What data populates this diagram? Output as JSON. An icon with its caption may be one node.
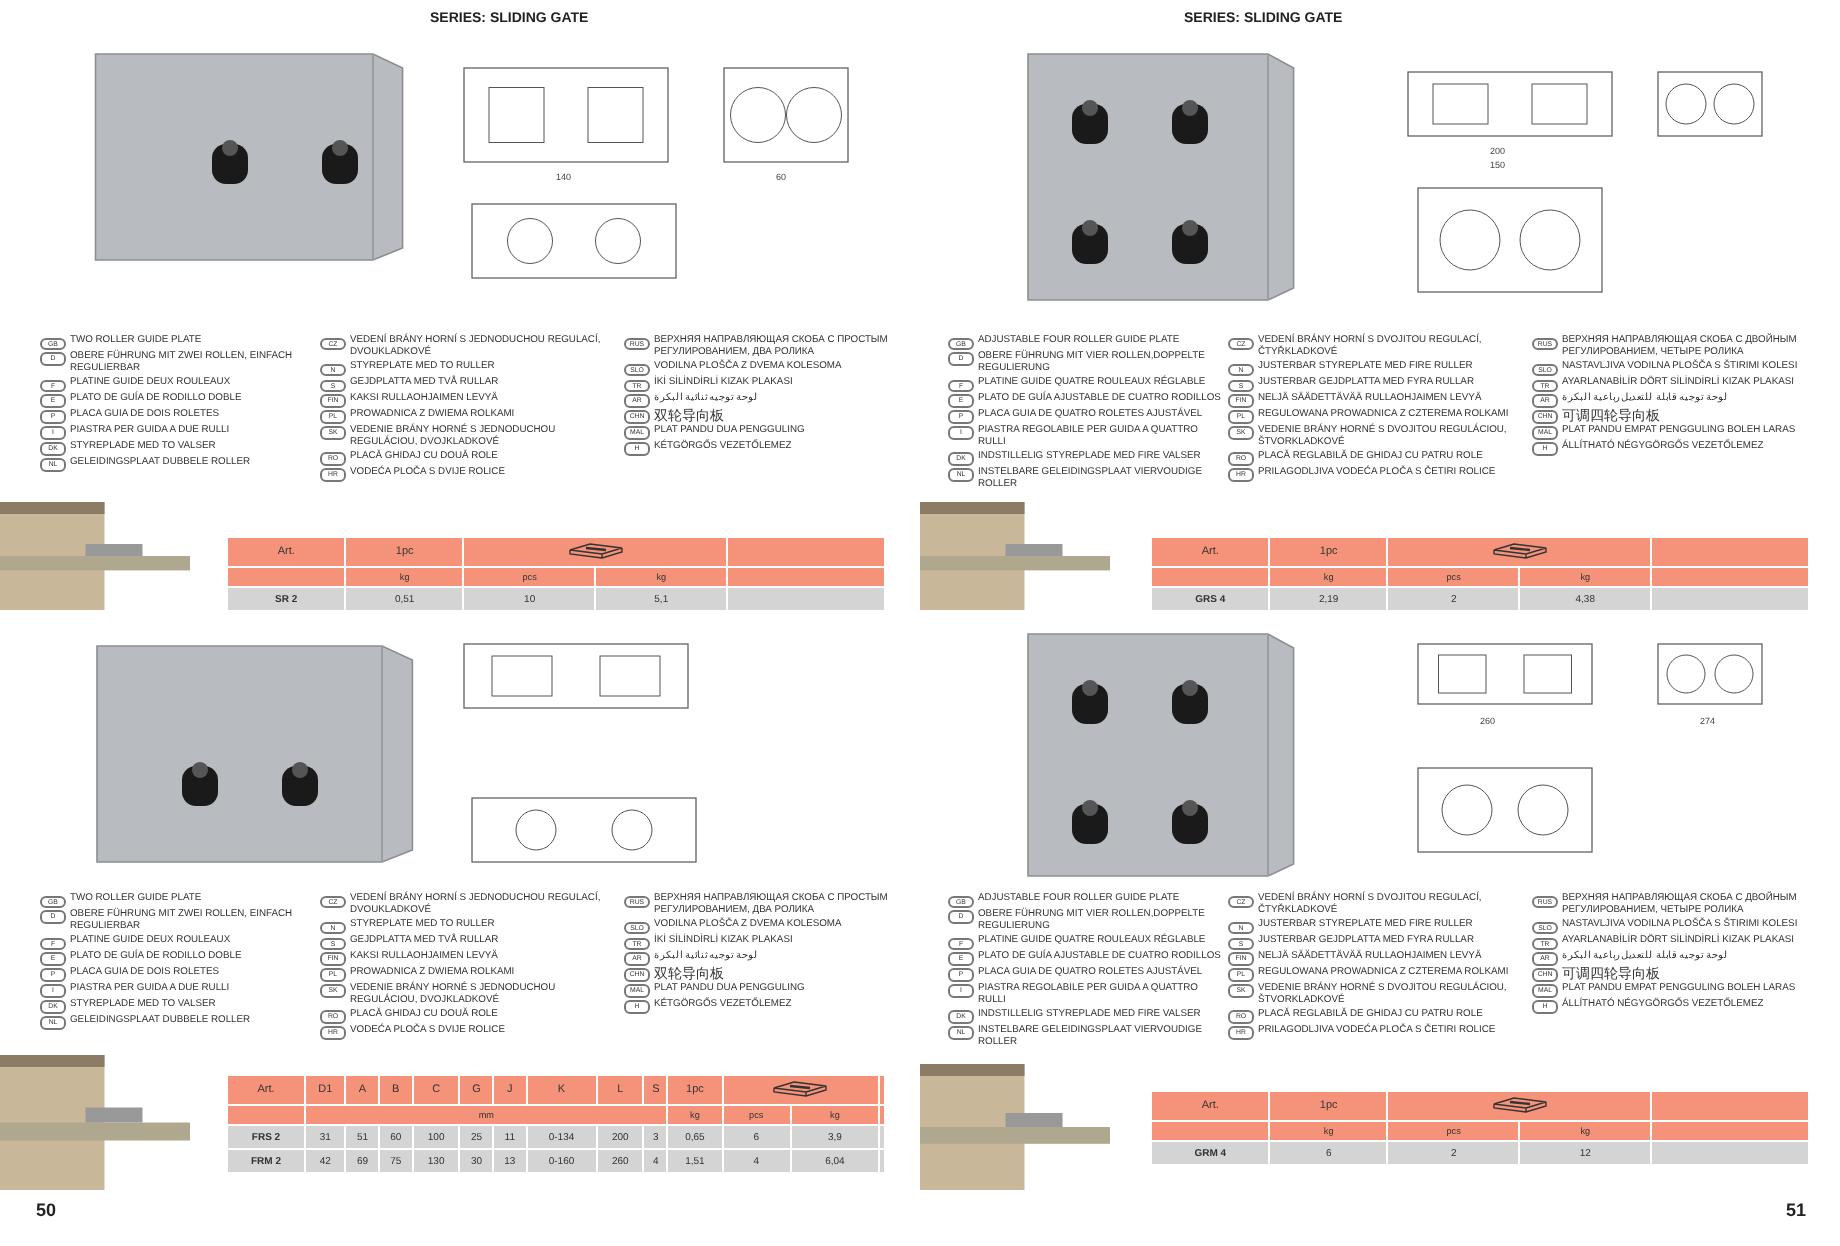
{
  "diagram": {
    "nodes": [
      {
        "text": [
          "GB"
        ],
        "beside": [
          "TWO ROLLER GUIDE PLATE"
        ]
      },
      {
        "text": [
          "D"
        ],
        "beside": [
          "OBERE FÜHRUNG MIT ZWEI ROLLEN, EINFACH REGULIERBAR"
        ]
      },
      {
        "text": [
          "F"
        ],
        "beside": [
          "PLATINE GUIDE DEUX ROULEAUX"
        ]
      },
      {
        "text": [
          "E"
        ],
        "beside": [
          "PLATO DE GUÍA DE RODILLO DOBLE"
        ]
      },
      {
        "text": [
          "P"
        ],
        "beside": [
          "PLACA GUIA DE DOIS ROLETES"
        ]
      },
      {
        "text": [
          "I"
        ],
        "beside": [
          "PIASTRA PER GUIDA A DUE RULLI"
        ]
      },
      {
        "text": [
          "DK"
        ],
        "beside": [
          "STYREPLADE MED TO VALSER"
        ]
      },
      {
        "text": [
          "NL"
        ],
        "beside": [
          "GELEIDINGSPLAAT DUBBELE ROLLER"
        ]
      },
      {
        "text": [
          "CZ"
        ],
        "beside": [
          "VEDENÍ BRÁNY HORNÍ S JEDNODUCHOU REGULACÍ, DVOUKLADKOVÉ"
        ]
      },
      {
        "text": [
          "N"
        ],
        "beside": [
          "STYREPLATE MED TO RULLER"
        ]
      },
      {
        "text": [
          "S"
        ],
        "beside": [
          "GEJDPLATTA MED TVÅ RULLAR"
        ]
      },
      {
        "text": [
          "FIN"
        ],
        "beside": [
          "KAKSI RULLAOHJAIMEN LEVYÄ"
        ]
      },
      {
        "text": [
          "PL"
        ],
        "beside": [
          "PROWADNICA Z DWIEMA ROLKAMI"
        ]
      },
      {
        "text": [
          "SK"
        ],
        "beside": [
          "VEDENIE BRÁNY HORNÉ S JEDNODUCHOU REGULÁCIOU, DVOJKLADKOVÉ"
        ]
      },
      {
        "text": [
          "RO"
        ],
        "beside": [
          "PLACĂ GHIDAJ CU DOUĂ ROLE"
        ]
      },
      {
        "text": [
          "HR"
        ],
        "beside": [
          "VODEĆA PLOČA S DVIJE ROLICE"
        ]
      },
      {
        "text": [
          "RUS"
        ],
        "beside": [
          "ВЕРХНЯЯ НАПРАВЛЯЮЩАЯ СКОБА С ПРОСТЫМ РЕГУЛИРОВАНИЕМ, ДВА РОЛИКА"
        ]
      },
      {
        "text": [
          "SLO"
        ],
        "beside": [
          "VODILNA PLOŠČA Z DVEMA KOLESOMA"
        ]
      },
      {
        "text": [
          "TR"
        ],
        "beside": [
          "İKİ SİLİNDİRLİ KIZAK PLAKASI"
        ]
      },
      {
        "text": [
          "AR"
        ],
        "beside": [
          "لوحة توجيه ثنائية البكرة"
        ]
      },
      {
        "text": [
          "CHN"
        ],
        "beside": [
          "双轮导向板"
        ]
      },
      {
        "text": [
          "MAL"
        ],
        "beside": [
          "PLAT PANDU DUA PENGGULING"
        ]
      },
      {
        "text": [
          "H"
        ],
        "beside": [
          "KÉTGÖRGŐS VEZETŐLEMEZ"
        ]
      },
      {
        "text": [
          "GB"
        ],
        "beside": [
          "TWO ROLLER GUIDE PLATE"
        ]
      },
      {
        "text": [
          "D"
        ],
        "beside": [
          "OBERE FÜHRUNG MIT ZWEI ROLLEN, EINFACH REGULIERBAR"
        ]
      },
      {
        "text": [
          "F"
        ],
        "beside": [
          "PLATINE GUIDE DEUX ROULEAUX"
        ]
      },
      {
        "text": [
          "E"
        ],
        "beside": [
          "PLATO DE GUÍA DE RODILLO DOBLE"
        ]
      },
      {
        "text": [
          "P"
        ],
        "beside": [
          "PLACA GUIA DE DOIS ROLETES"
        ]
      },
      {
        "text": [
          "I"
        ],
        "beside": [
          "PIASTRA PER GUIDA A DUE RULLI"
        ]
      },
      {
        "text": [
          "DK"
        ],
        "beside": [
          "STYREPLADE MED TO VALSER"
        ]
      },
      {
        "text": [
          "NL"
        ],
        "beside": [
          "GELEIDINGSPLAAT DUBBELE ROLLER"
        ]
      },
      {
        "text": [
          "CZ"
        ],
        "beside": [
          "VEDENÍ BRÁNY HORNÍ S JEDNODUCHOU REGULACÍ, DVOUKLADKOVÉ"
        ]
      },
      {
        "text": [
          "N"
        ],
        "beside": [
          "STYREPLATE MED TO RULLER"
        ]
      },
      {
        "text": [
          "S"
        ],
        "beside": [
          "GEJDPLATTA MED TVÅ RULLAR"
        ]
      },
      {
        "text": [
          "FIN"
        ],
        "beside": [
          "KAKSI RULLAOHJAIMEN LEVYÄ"
        ]
      },
      {
        "text": [
          "PL"
        ],
        "beside": [
          "PROWADNICA Z DWIEMA ROLKAMI"
        ]
      },
      {
        "text": [
          "SK"
        ],
        "beside": [
          "VEDENIE BRÁNY HORNÉ S JEDNODUCHOU REGULÁCIOU, DVOJKLADKOVÉ"
        ]
      },
      {
        "text": [
          "RO"
        ],
        "beside": [
          "PLACĂ GHIDAJ CU DOUĂ ROLE"
        ]
      },
      {
        "text": [
          "HR"
        ],
        "beside": [
          "VODEĆA PLOČA S DVIJE ROLICE"
        ]
      },
      {
        "text": [
          "RUS"
        ],
        "beside": [
          "ВЕРХНЯЯ НАПРАВЛЯЮЩАЯ СКОБА С ПРОСТЫМ РЕГУЛИРОВАНИЕМ, ДВА РОЛИКА"
        ]
      },
      {
        "text": [
          "SLO"
        ],
        "beside": [
          "VODILNA PLOŠČA Z DVEMA KOLESOMA"
        ]
      },
      {
        "text": [
          "TR"
        ],
        "beside": [
          "İKİ SİLİNDİRLİ KIZAK PLAKASI"
        ]
      },
      {
        "text": [
          "AR"
        ],
        "beside": [
          "لوحة توجيه ثنائية البكرة"
        ]
      },
      {
        "text": [
          "CHN"
        ],
        "beside": [
          "双轮导向板"
        ]
      },
      {
        "text": [
          "MAL"
        ],
        "beside": [
          "PLAT PANDU DUA PENGGULING"
        ]
      },
      {
        "text": [
          "H"
        ],
        "beside": [
          "KÉTGÖRGŐS VEZETŐLEMEZ"
        ]
      },
      {
        "text": [
          "GB"
        ],
        "beside": [
          "ADJUSTABLE FOUR ROLLER GUIDE PLATE"
        ]
      },
      {
        "text": [
          "D"
        ],
        "beside": [
          "OBERE FÜHRUNG MIT VIER ROLLEN,DOPPELTE REGULIERUNG"
        ]
      },
      {
        "text": [
          "F"
        ],
        "beside": [
          "PLATINE GUIDE QUATRE ROULEAUX RÉGLABLE"
        ]
      },
      {
        "text": [
          "E"
        ],
        "beside": [
          "PLATO DE GUÍA AJUSTABLE DE CUATRO RODILLOS"
        ]
      },
      {
        "text": [
          "P"
        ],
        "beside": [
          "PLACA GUIA DE QUATRO ROLETES AJUSTÁVEL"
        ]
      },
      {
        "text": [
          "I"
        ],
        "beside": [
          "PIASTRA REGOLABILE PER GUIDA A QUATTRO RULLI"
        ]
      },
      {
        "text": [
          "DK"
        ],
        "beside": [
          "INDSTILLELIG STYREPLADE MED FIRE VALSER"
        ]
      },
      {
        "text": [
          "NL"
        ],
        "beside": [
          "INSTELBARE GELEIDINGSPLAAT VIERVOUDIGE ROLLER"
        ]
      },
      {
        "text": [
          "CZ"
        ],
        "beside": [
          "VEDENÍ BRÁNY HORNÍ S DVOJITOU REGULACÍ, ČTYŘKLADKOVÉ"
        ]
      },
      {
        "text": [
          "N"
        ],
        "beside": [
          "JUSTERBAR STYREPLATE MED FIRE RULLER"
        ]
      },
      {
        "text": [
          "S"
        ],
        "beside": [
          "JUSTERBAR GEJDPLATTA MED FYRA RULLAR"
        ]
      },
      {
        "text": [
          "FIN"
        ],
        "beside": [
          "NELJÄ SÄÄDETTÄVÄÄ RULLAOHJAIMEN LEVYÄ"
        ]
      },
      {
        "text": [
          "PL"
        ],
        "beside": [
          "REGULOWANA PROWADNICA Z CZTEREMA ROLKAMI"
        ]
      },
      {
        "text": [
          "SK"
        ],
        "beside": [
          "VEDENIE BRÁNY HORNÉ S DVOJITOU REGULÁCIOU, ŠTVORKLADKOVÉ"
        ]
      },
      {
        "text": [
          "RO"
        ],
        "beside": [
          "PLACĂ REGLABILĂ DE GHIDAJ CU PATRU ROLE"
        ]
      },
      {
        "text": [
          "HR"
        ],
        "beside": [
          "PRILAGODLJIVA VODEĆA PLOČA S ČETIRI ROLICE"
        ]
      },
      {
        "text": [
          "RUS"
        ],
        "beside": [
          "ВЕРХНЯЯ НАПРАВЛЯЮЩАЯ СКОБА С ДВОЙНЫМ РЕГУЛИРОВАНИЕМ, ЧЕТЫРЕ РОЛИКА"
        ]
      },
      {
        "text": [
          "SLO"
        ],
        "beside": [
          "NASTAVLJIVA VODILNA PLOŠČA S ŠTIRIMI KOLESI"
        ]
      },
      {
        "text": [
          "TR"
        ],
        "beside": [
          "AYARLANABİLİR DÖRT SİLİNDİRLİ KIZAK PLAKASI"
        ]
      },
      {
        "text": [
          "AR"
        ],
        "beside": [
          "لوحة توجيه قابلة للتعديل رباعية البكرة"
        ]
      },
      {
        "text": [
          "CHN"
        ],
        "beside": [
          "可调四轮导向板"
        ]
      },
      {
        "text": [
          "MAL"
        ],
        "beside": [
          "PLAT PANDU EMPAT PENGGULING BOLEH LARAS"
        ]
      },
      {
        "text": [
          "H"
        ],
        "beside": [
          "ÁLLÍTHATÓ NÉGYGÖRGŐS VEZETŐLEMEZ"
        ]
      },
      {
        "text": [
          "GB"
        ],
        "beside": [
          "ADJUSTABLE FOUR ROLLER GUIDE PLATE"
        ]
      },
      {
        "text": [
          "D"
        ],
        "beside": [
          "OBERE FÜHRUNG MIT VIER ROLLEN,DOPPELTE REGULIERUNG"
        ]
      },
      {
        "text": [
          "F"
        ],
        "beside": [
          "PLATINE GUIDE QUATRE ROULEAUX RÉGLABLE"
        ]
      },
      {
        "text": [
          "E"
        ],
        "beside": [
          "PLATO DE GUÍA AJUSTABLE DE CUATRO RODILLOS"
        ]
      },
      {
        "text": [
          "P"
        ],
        "beside": [
          "PLACA GUIA DE QUATRO ROLETES AJUSTÁVEL"
        ]
      },
      {
        "text": [
          "I"
        ],
        "beside": [
          "PIASTRA REGOLABILE PER GUIDA A QUATTRO RULLI"
        ]
      },
      {
        "text": [
          "DK"
        ],
        "beside": [
          "INDSTILLELIG STYREPLADE MED FIRE VALSER"
        ]
      },
      {
        "text": [
          "NL"
        ],
        "beside": [
          "INSTELBARE GELEIDINGSPLAAT VIERVOUDIGE ROLLER"
        ]
      },
      {
        "text": [
          "CZ"
        ],
        "beside": [
          "VEDENÍ BRÁNY HORNÍ S DVOJITOU REGULACÍ, ČTYŘKLADKOVÉ"
        ]
      },
      {
        "text": [
          "N"
        ],
        "beside": [
          "JUSTERBAR STYREPLATE MED FIRE RULLER"
        ]
      },
      {
        "text": [
          "S"
        ],
        "beside": [
          "JUSTERBAR GEJDPLATTA MED FYRA RULLAR"
        ]
      },
      {
        "text": [
          "FIN"
        ],
        "beside": [
          "NELJÄ SÄÄDETTÄVÄÄ RULLAOHJAIMEN LEVYÄ"
        ]
      },
      {
        "text": [
          "PL"
        ],
        "beside": [
          "REGULOWANA PROWADNICA Z CZTEREMA ROLKAMI"
        ]
      },
      {
        "text": [
          "SK"
        ],
        "beside": [
          "VEDENIE BRÁNY HORNÉ S DVOJITOU REGULÁCIOU, ŠTVORKLADKOVÉ"
        ]
      },
      {
        "text": [
          "RO"
        ],
        "beside": [
          "PLACĂ REGLABILĂ DE GHIDAJ CU PATRU ROLE"
        ]
      },
      {
        "text": [
          "HR"
        ],
        "beside": [
          "PRILAGODLJIVA VODEĆA PLOČA S ČETIRI ROLICE"
        ]
      },
      {
        "text": [
          "RUS"
        ],
        "beside": [
          "ВЕРХНЯЯ НАПРАВЛЯЮЩАЯ СКОБА С ДВОЙНЫМ РЕГУЛИРОВАНИЕМ, ЧЕТЫРЕ РОЛИКА"
        ]
      },
      {
        "text": [
          "SLO"
        ],
        "beside": [
          "NASTAVLJIVA VODILNA PLOŠČA S ŠTIRIMI KOLESI"
        ]
      },
      {
        "text": [
          "TR"
        ],
        "beside": [
          "AYARLANABİLİR DÖRT SİLİNDİRLİ KIZAK PLAKASI"
        ]
      },
      {
        "text": [
          "AR"
        ],
        "beside": [
          "لوحة توجيه قابلة للتعديل رباعية البكرة"
        ]
      },
      {
        "text": [
          "CHN"
        ],
        "beside": [
          "可调四轮导向板"
        ]
      },
      {
        "text": [
          "MAL"
        ],
        "beside": [
          "PLAT PANDU EMPAT PENGGULING BOLEH LARAS"
        ]
      },
      {
        "text": [
          "H"
        ],
        "beside": [
          "ÁLLÍTHATÓ NÉGYGÖRGŐS VEZETŐLEMEZ"
        ]
      }
    ],
    "labels": [
      "SERIES: SLIDING GATE",
      "140",
      "60",
      "Art.",
      "1pc",
      "kg",
      "pcs",
      "kg",
      "SR 2",
      "0,51",
      "10",
      "5,1",
      "Art.",
      "D1",
      "A",
      "B",
      "C",
      "G",
      "J",
      "K",
      "L",
      "S",
      "1pc",
      "mm",
      "kg",
      "pcs",
      "kg",
      "FRS 2",
      "31",
      "51",
      "60",
      "100",
      "25",
      "11",
      "0-134",
      "200",
      "3",
      "0,65",
      "6",
      "3,9",
      "FRM 2",
      "42",
      "69",
      "75",
      "130",
      "30",
      "13",
      "0-160",
      "260",
      "4",
      "1,51",
      "4",
      "6,04",
      "50",
      "SERIES: SLIDING GATE",
      "200",
      "150",
      "Art.",
      "1pc",
      "kg",
      "pcs",
      "kg",
      "GRS 4",
      "2,19",
      "2",
      "4,38",
      "260",
      "274",
      "Art.",
      "1pc",
      "kg",
      "pcs",
      "kg",
      "GRM 4",
      "6",
      "2",
      "12",
      "51"
    ]
  }
}
